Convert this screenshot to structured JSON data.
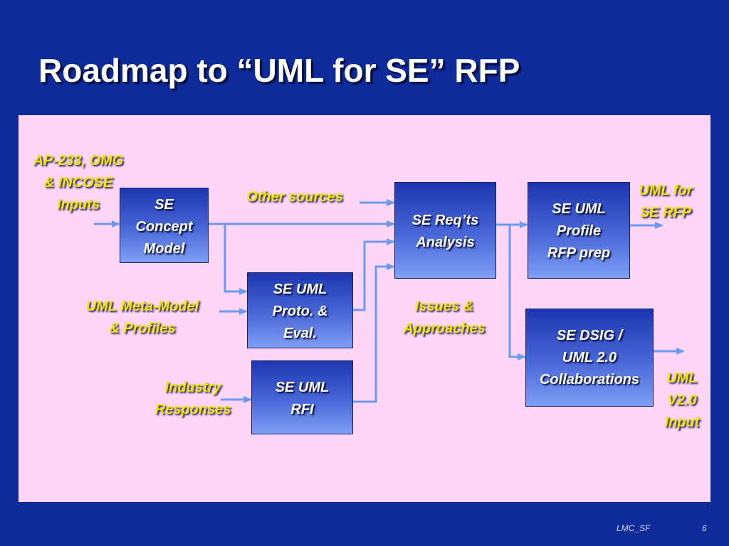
{
  "slide": {
    "title": "Roadmap to “UML for SE” RFP",
    "footer_source": "LMC_SF",
    "page_number": "6"
  },
  "colors": {
    "background": "#0f2b9a",
    "panel": "#ffd6f8",
    "box_top": "#1d36b0",
    "box_bottom": "#7f9ef5",
    "label_text": "#f2e600",
    "arrow": "#6b9bf0"
  },
  "boxes": {
    "se_concept_model": "SE\nConcept\nModel",
    "se_reqts_analysis": "SE Req’ts\nAnalysis",
    "se_uml_profile": "SE UML\nProfile\nRFP prep",
    "se_uml_proto": "SE UML\nProto. &\nEval.",
    "se_uml_rfi": "SE UML\nRFI",
    "se_dsig": "SE DSIG /\nUML 2.0\nCollaborations"
  },
  "labels": {
    "inputs": "AP-233, OMG\n& INCOSE\nInputs",
    "other_sources": "Other sources",
    "uml_for_se_rfp": "UML for\nSE RFP",
    "uml_meta_model": "UML Meta-Model\n& Profiles",
    "issues_approaches": "Issues &\nApproaches",
    "industry_responses": "Industry\nResponses",
    "uml_v2_input": "UML\nV2.0\nInput"
  }
}
